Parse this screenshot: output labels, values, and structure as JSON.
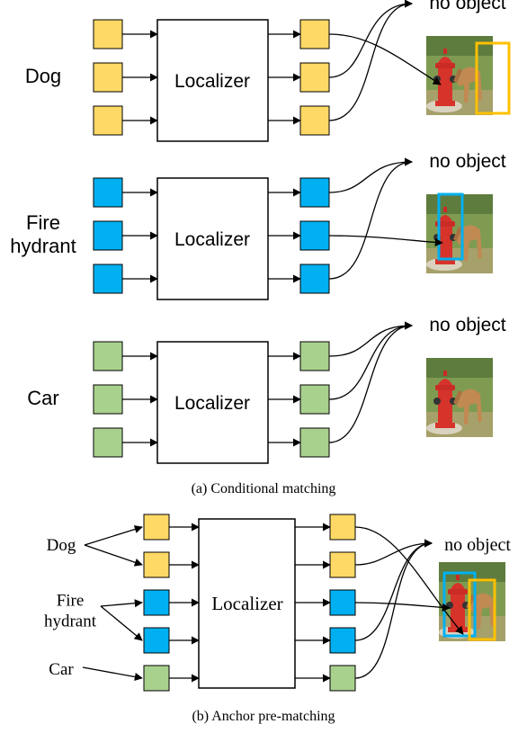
{
  "colors": {
    "dog": "#FFD966",
    "hydrant": "#00B0F0",
    "car": "#A9D18E",
    "dog_box": "#FFC000",
    "hydrant_box": "#00B0F0"
  },
  "localizer_label": "Localizer",
  "no_object_label": "no object",
  "panel_a": {
    "caption": "(a) Conditional matching",
    "rows": [
      {
        "label": "Dog",
        "query_class": "dog"
      },
      {
        "label": "Fire\nhydrant",
        "query_class": "hydrant"
      },
      {
        "label": "Car",
        "query_class": "car"
      }
    ]
  },
  "panel_b": {
    "caption": "(b) Anchor pre-matching",
    "labels": [
      "Dog",
      "Fire\nhydrant",
      "Car"
    ],
    "query_classes": [
      "dog",
      "dog",
      "hydrant",
      "hydrant",
      "car"
    ]
  },
  "icons": [
    "query-box-icon",
    "photo-dog-hydrant-icon"
  ]
}
